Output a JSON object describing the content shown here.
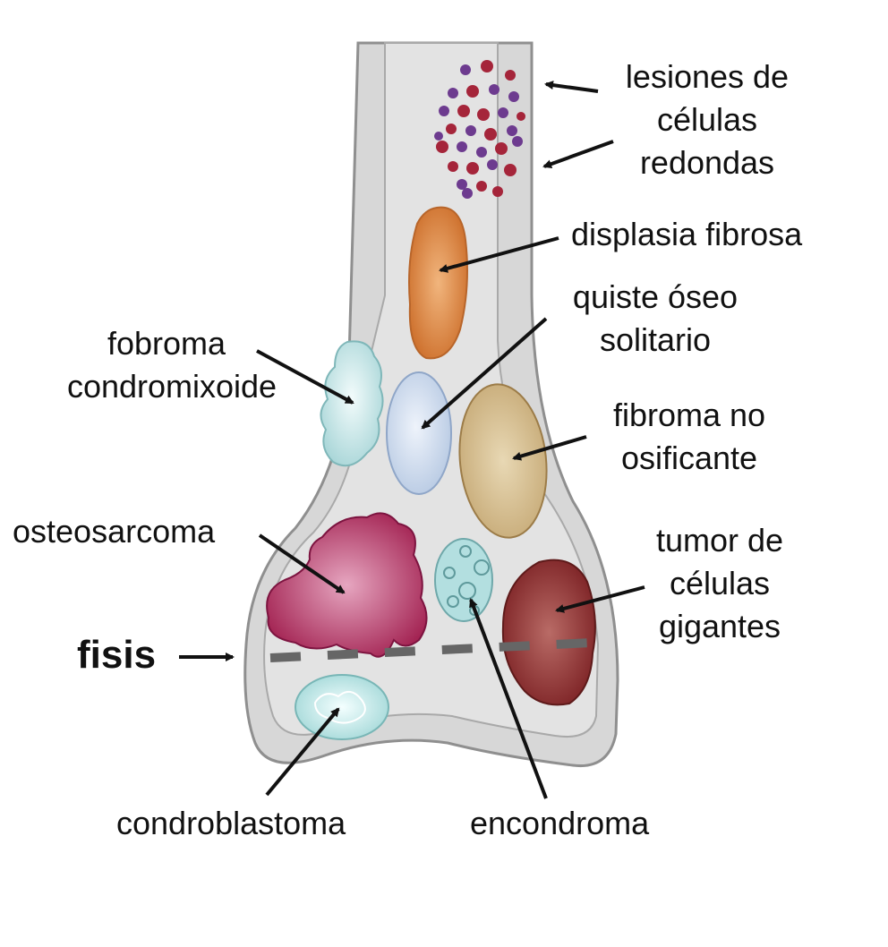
{
  "labels": {
    "round_cell": [
      "lesiones de",
      "células",
      "redondas"
    ],
    "fibrous_dysplasia": "displasia fibrosa",
    "bone_cyst": [
      "quiste óseo",
      "solitario"
    ],
    "chondromyxoid": [
      "fobroma",
      "condromixoide"
    ],
    "nonossifying": [
      "fibroma no",
      "osificante"
    ],
    "osteosarcoma": "osteosarcoma",
    "giant_cell": [
      "tumor de",
      "células",
      "gigantes"
    ],
    "physis": "fisis",
    "chondroblastoma": "condroblastoma",
    "enchondroma": "encondroma"
  },
  "colors": {
    "bone": "#dedede",
    "bone_outline": "#9a9a9a",
    "round_cell_red": "#a5253a",
    "round_cell_purple": "#6d3b8f",
    "fibrous_dysplasia": "#d9833c",
    "bone_cyst": "#cfdcef",
    "chondromyxoid": "#bfe4e6",
    "nonossifying": "#d8c39a",
    "osteosarcoma": "#b3285a",
    "giant_cell": "#8e2a2a",
    "enchondroma": "#a8dadb",
    "chondroblastoma": "#c3ecec",
    "physis": "#666666"
  }
}
